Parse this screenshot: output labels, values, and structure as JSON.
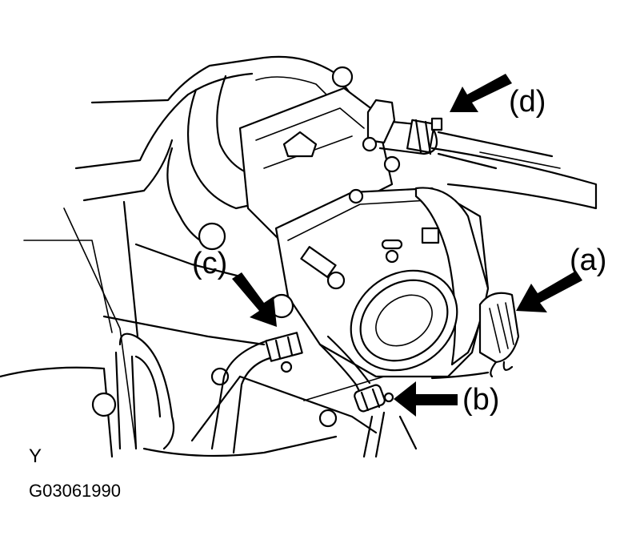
{
  "labels": {
    "a": "(a)",
    "b": "(b)",
    "c": "(c)",
    "d": "(d)"
  },
  "view_marker": "Y",
  "figure_code": "G03061990"
}
